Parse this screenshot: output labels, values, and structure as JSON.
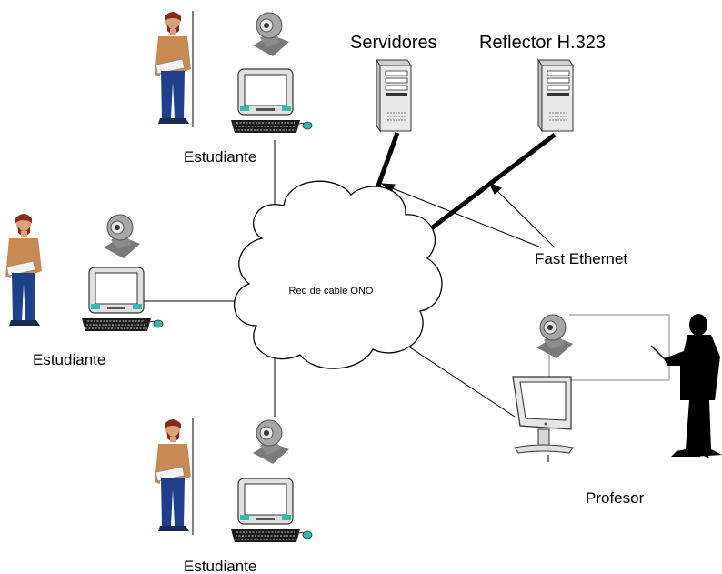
{
  "labels": {
    "servers": "Servidores",
    "reflector": "Reflector H.323",
    "fast_ethernet": "Fast Ethernet",
    "cloud": "Red de cable ONO",
    "student_top": "Estudiante",
    "student_left": "Estudiante",
    "student_bottom": "Estudiante",
    "teacher": "Profesor"
  },
  "colors": {
    "skin": "#d9a07a",
    "hair": "#8a2b1a",
    "shirt": "#c88a52",
    "pants": "#1f3f8a",
    "shoe": "#1a2a55",
    "monitor_cyan": "#34b8b0",
    "mouse_cyan": "#2fb7b0",
    "camera_gray": "#a6a6a6",
    "server_gray": "#e8e8e8"
  }
}
